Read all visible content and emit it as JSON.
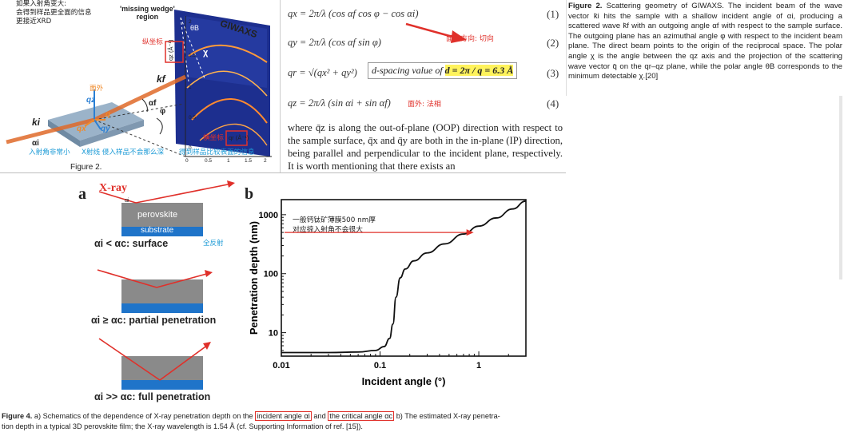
{
  "top_left": {
    "note_lines": [
      "如果入射角变大:",
      "会得到样品更全面的信息",
      "更接近XRD"
    ],
    "missing_wedge_label": "'missing wedge'\nregion",
    "giwaxs_label": "GIWAXS",
    "theta_b": "θB",
    "chi": "χ",
    "vertical_axis_note": "纵坐标",
    "qz_label": "qz (Å⁻¹)",
    "out_of_plane_note": "面外",
    "kf_label": "kf",
    "alpha_f": "αf",
    "phi": "φ",
    "qz": "qz",
    "q": "q",
    "qy": "qy",
    "qx": "qx",
    "ki_label": "ki",
    "alpha_i": "αi",
    "horizontal_axis_note": "横坐标",
    "qr_label": "qr (Å⁻¹)",
    "bottom_notes": [
      "入射角非常小",
      "X射线 侵入样品不会那么深",
      "得到样品比较表面的信息"
    ],
    "figure_label": "Figure 2.",
    "ticks_right": [
      "2",
      "1.5",
      "1",
      "0.5",
      "0"
    ],
    "ticks_bottom": [
      "0",
      "0.5",
      "1",
      "1.5",
      "2"
    ]
  },
  "equations": [
    {
      "lhs": "qx =",
      "rhs": "2π/λ (cos αf cos φ − cos αi)",
      "num": "(1)"
    },
    {
      "lhs": "qy =",
      "rhs": "2π/λ (cos αf sin φ)",
      "num": "(2)"
    },
    {
      "lhs": "qr =",
      "rhs": "√(qx² + qy²)",
      "num": "(3)"
    },
    {
      "lhs": "qz =",
      "rhs": "2π/λ (sin αi + sin αf)",
      "num": "(4)"
    }
  ],
  "eq_notes": {
    "in_plane": "面内方向: 切向",
    "out_of_plane": "面外: 法相",
    "dspacing_prefix": "d-spacing value of",
    "dspacing_highlight": "d = 2π / q = 6.3 Å"
  },
  "body_paragraph": "where q̄z is along the out-of-plane (OOP) direction with respect to the sample surface, q̄x and q̄y are both in the in-plane (IP) direction, being parallel and perpendicular to the incident plane, respectively. It is worth mentioning that there exists an",
  "fig2_caption": {
    "lead": "Figure 2.",
    "text": "Scattering geometry of GIWAXS. The incident beam of the wave vector k̄i hits the sample with a shallow incident angle of αi, producing a scattered wave k̄f with an outgoing angle αf with respect to the sample surface. The outgoing plane has an azimuthal angle φ with respect to the incident beam plane. The direct beam points to the origin of the reciprocal space. The polar angle χ is the angle between the qz axis and the projection of the scattering wave vector q̄ on the qr–qz plane, while the polar angle θB corresponds to the minimum detectable χ.[20]"
  },
  "panel_a": {
    "letter": "a",
    "xray_label": "X-ray",
    "alpha_i_small": "αi",
    "perovskite": "perovskite",
    "substrate": "substrate",
    "case1": "αi < αc: surface",
    "case1_note": "全反射",
    "case2": "αi ≥ αc: partial penetration",
    "case3": "αi >> αc: full penetration"
  },
  "panel_b": {
    "letter": "b",
    "note_lines": [
      "一般钙钛矿薄膜500 nm厚",
      "对应掠入射角不会很大"
    ]
  },
  "chart_data": {
    "type": "line",
    "xlabel": "Incident angle (°)",
    "ylabel": "Penetration depth (nm)",
    "xscale": "log",
    "yscale": "log",
    "xlim": [
      0.01,
      3
    ],
    "ylim": [
      4,
      1800
    ],
    "xticks": [
      "0.01",
      "0.1",
      "1"
    ],
    "yticks": [
      "10",
      "100",
      "1000"
    ],
    "series": [
      {
        "x": [
          0.01,
          0.03,
          0.06,
          0.09,
          0.11,
          0.125,
          0.135,
          0.145,
          0.16,
          0.18,
          0.22,
          0.3,
          0.45,
          0.7,
          1.0,
          1.5,
          2.2,
          3.0
        ],
        "values": [
          4.6,
          4.6,
          4.7,
          5.0,
          5.8,
          8,
          14,
          40,
          85,
          120,
          165,
          225,
          320,
          470,
          640,
          880,
          1250,
          1700
        ]
      }
    ]
  },
  "fig4_caption": {
    "lead": "Figure 4.",
    "part1": "a) Schematics of the dependence of X-ray penetration depth on the",
    "box1": "incident angle αi",
    "and": "and",
    "box2": "the critical angle αc",
    "part2": "b) The estimated X-ray penetra-",
    "line2": "tion depth in a typical 3D perovskite film; the X-ray wavelength is 1.54 Å (cf. Supporting Information of ref. [15])."
  },
  "colors": {
    "annotation_red": "#e0302a",
    "cyan_note": "#1b9ad6",
    "orange_vector": "#f08a2a",
    "detector_blue": "#1d2f8f",
    "highlight_yellow": "#fff35c",
    "perovskite_gray": "#8a8a8a",
    "substrate_blue": "#1f74c9"
  }
}
